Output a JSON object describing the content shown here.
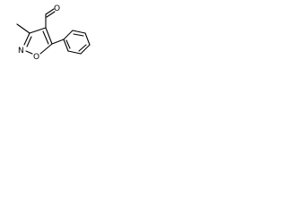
{
  "structure": {
    "atoms": {
      "oxygen_aldehyde": "O",
      "oxygen_ring": "O",
      "nitrogen_ring": "N"
    },
    "colors": {
      "bond": "#000000",
      "background": "#ffffff"
    }
  }
}
